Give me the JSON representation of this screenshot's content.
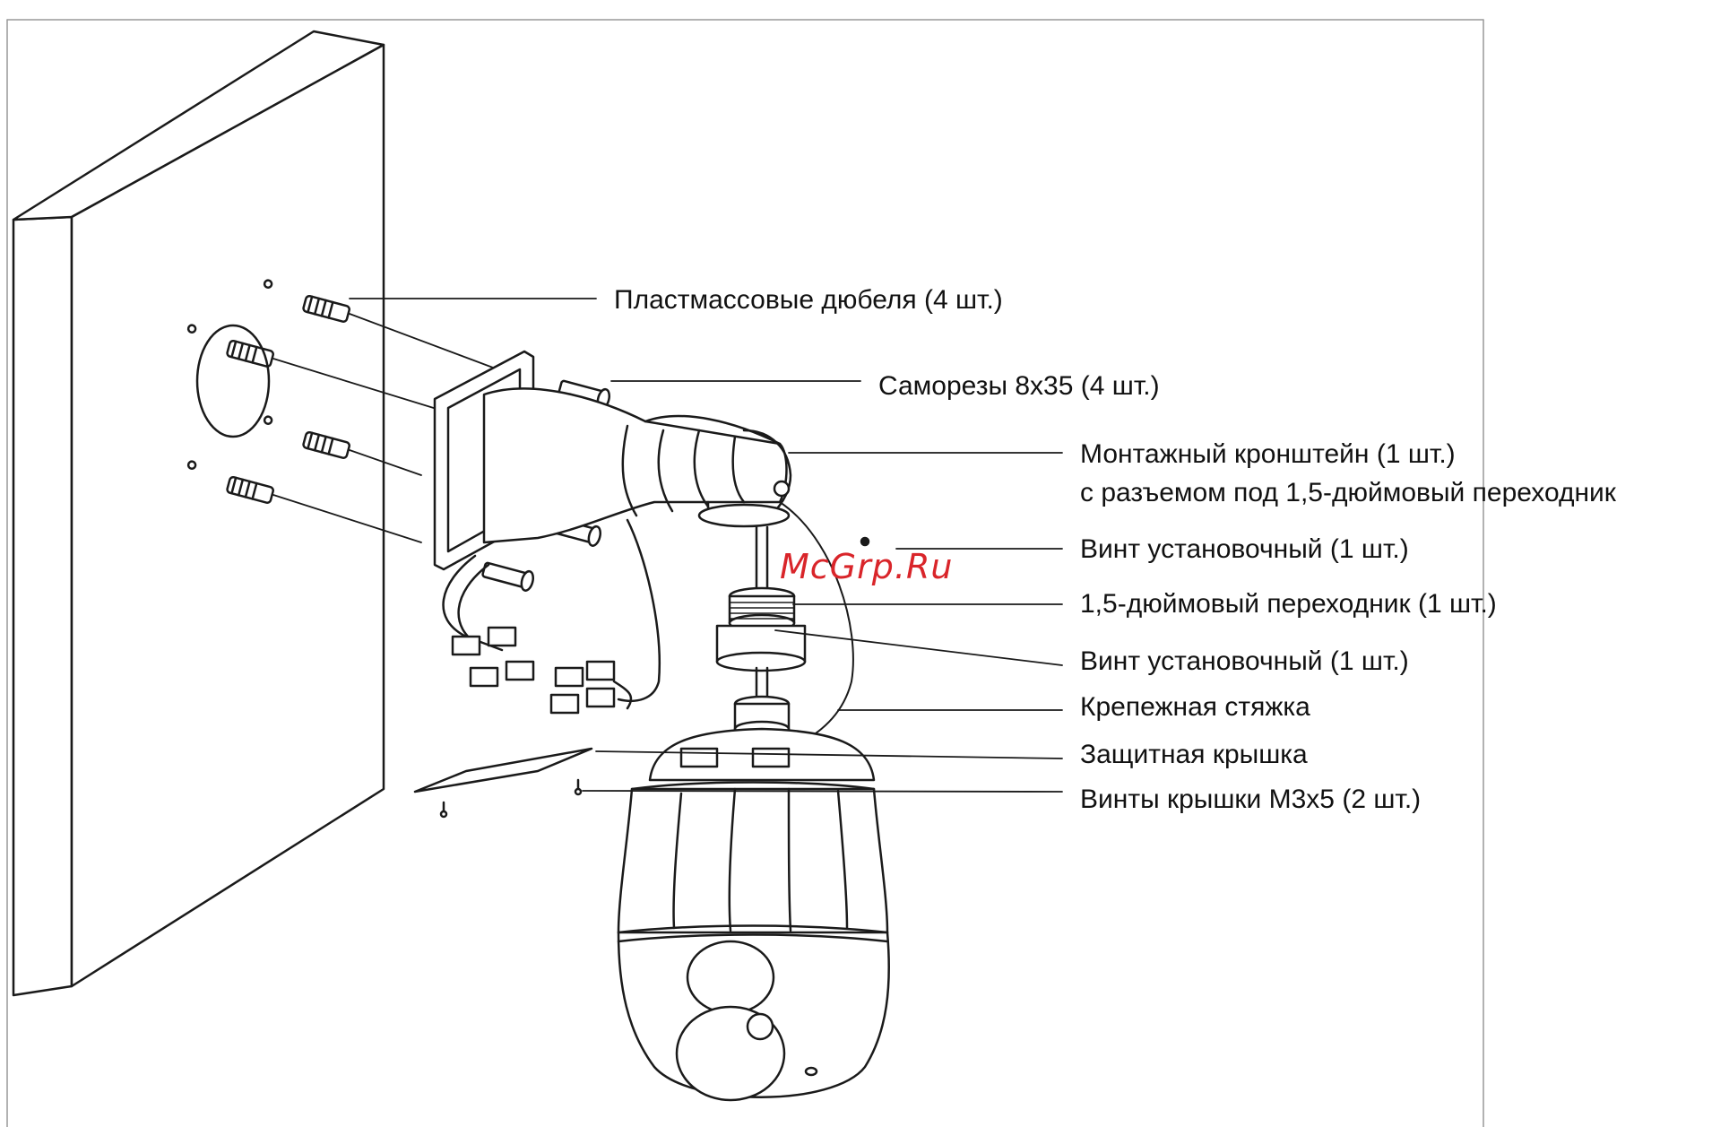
{
  "watermark": "McGrp.Ru",
  "labels": {
    "dowels": "Пластмассовые дюбеля (4 шт.)",
    "screws": "Саморезы 8x35 (4 шт.)",
    "bracket_line1": "Монтажный кронштейн (1 шт.)",
    "bracket_line2": "с разъемом под 1,5-дюймовый переходник",
    "set_screw_1": "Винт установочный (1 шт.)",
    "adapter": "1,5-дюймовый переходник (1 шт.)",
    "set_screw_2": "Винт установочный (1 шт.)",
    "cable_tie": "Крепежная стяжка",
    "protective_cover": "Защитная крышка",
    "cover_screws": "Винты крышки M3x5 (2 шт.)"
  },
  "colors": {
    "line": "#1a1a1a",
    "watermark": "#d9252a"
  }
}
